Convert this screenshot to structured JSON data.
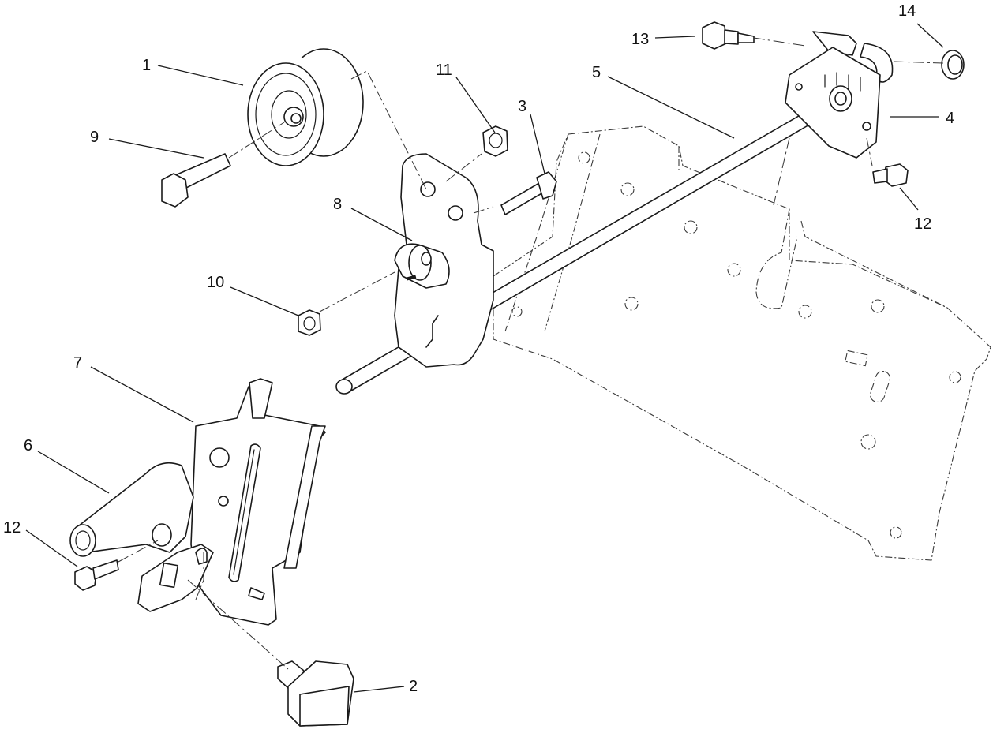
{
  "callouts": {
    "c1": "1",
    "c2": "2",
    "c3": "3",
    "c4": "4",
    "c5": "5",
    "c6": "6",
    "c7": "7",
    "c8": "8",
    "c9": "9",
    "c10": "10",
    "c11": "11",
    "c12a": "12",
    "c12b": "12",
    "c13": "13",
    "c14": "14"
  },
  "colors": {
    "line": "#1a1a1a",
    "background": "#ffffff"
  }
}
